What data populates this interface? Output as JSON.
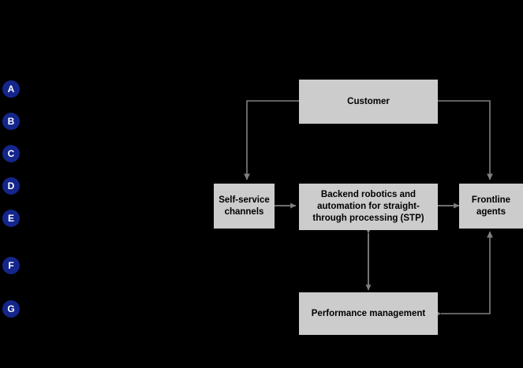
{
  "diagram": {
    "background_color": "#000000",
    "node_fill": "#cccccc",
    "node_text_color": "#000000",
    "connector_color": "#808080",
    "badge_color": "#14268c",
    "badge_text_color": "#ffffff",
    "badges": [
      {
        "label": "A"
      },
      {
        "label": "B"
      },
      {
        "label": "C"
      },
      {
        "label": "D"
      },
      {
        "label": "E"
      },
      {
        "label": "F"
      },
      {
        "label": "G"
      }
    ],
    "nodes": [
      {
        "id": "customer",
        "label": "Customer"
      },
      {
        "id": "self-service",
        "label": "Self-service\nchannels"
      },
      {
        "id": "backend",
        "label": "Backend robotics and automation for straight-through processing (STP)"
      },
      {
        "id": "frontline",
        "label": "Frontline\nagents"
      },
      {
        "id": "performance",
        "label": "Performance management"
      }
    ],
    "connectors": [
      {
        "from": "customer",
        "to": "self-service",
        "arrows": "single"
      },
      {
        "from": "customer",
        "to": "frontline",
        "arrows": "single"
      },
      {
        "from": "self-service",
        "to": "backend",
        "arrows": "double"
      },
      {
        "from": "backend",
        "to": "frontline",
        "arrows": "double"
      },
      {
        "from": "backend",
        "to": "performance",
        "arrows": "double"
      },
      {
        "from": "performance",
        "to": "frontline",
        "arrows": "single"
      }
    ]
  }
}
